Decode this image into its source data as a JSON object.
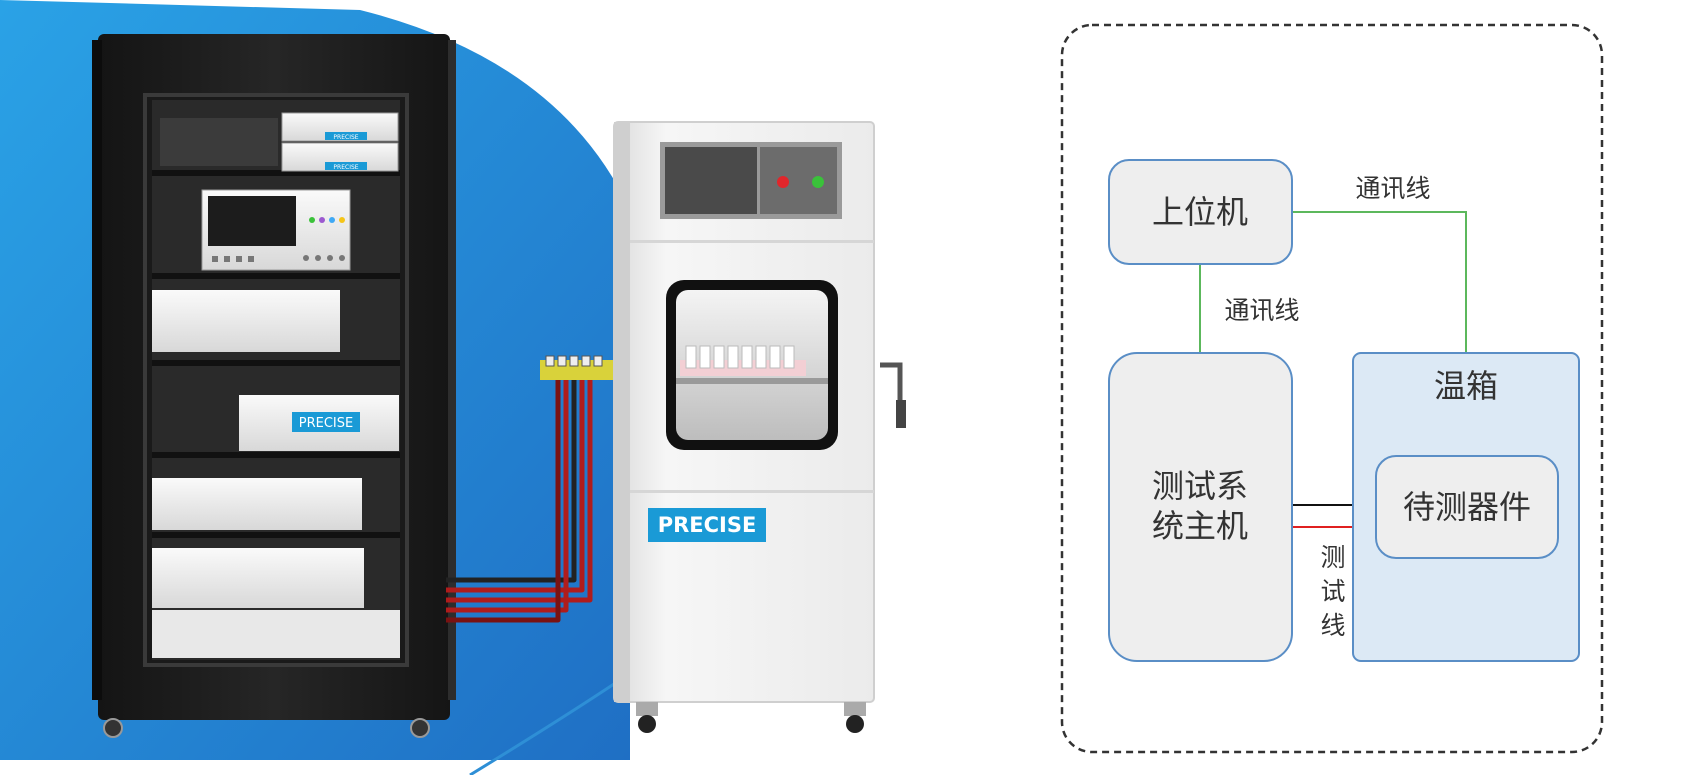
{
  "brand": {
    "logo_text": "PRECISE",
    "logo_color": "#1a9ad6"
  },
  "photo": {
    "background_blue": "#2e8fd6",
    "cabinet_color": "#1e1e1e",
    "chamber_color": "#f2f2f2",
    "cable_colors": [
      "#b01c1c",
      "#222222"
    ],
    "indicator_lights": [
      "#e0262b",
      "#3ac23a"
    ]
  },
  "diagram": {
    "nodes": {
      "host_pc": "上位机",
      "test_system_line1": "测试系",
      "test_system_line2": "统主机",
      "chamber": "温箱",
      "dut": "待测器件"
    },
    "cables": {
      "comm_top": "通讯线",
      "comm_left": "通讯线",
      "test_line_chars": [
        "测",
        "试",
        "线"
      ]
    },
    "colors": {
      "node_border": "#5a8ec6",
      "node_fill": "#eeeeee",
      "chamber_fill": "#dce9f5",
      "comm_wire": "#5cb85c",
      "test_wire_black": "#111111",
      "test_wire_red": "#e02020",
      "frame_dashed": "#333333"
    }
  }
}
